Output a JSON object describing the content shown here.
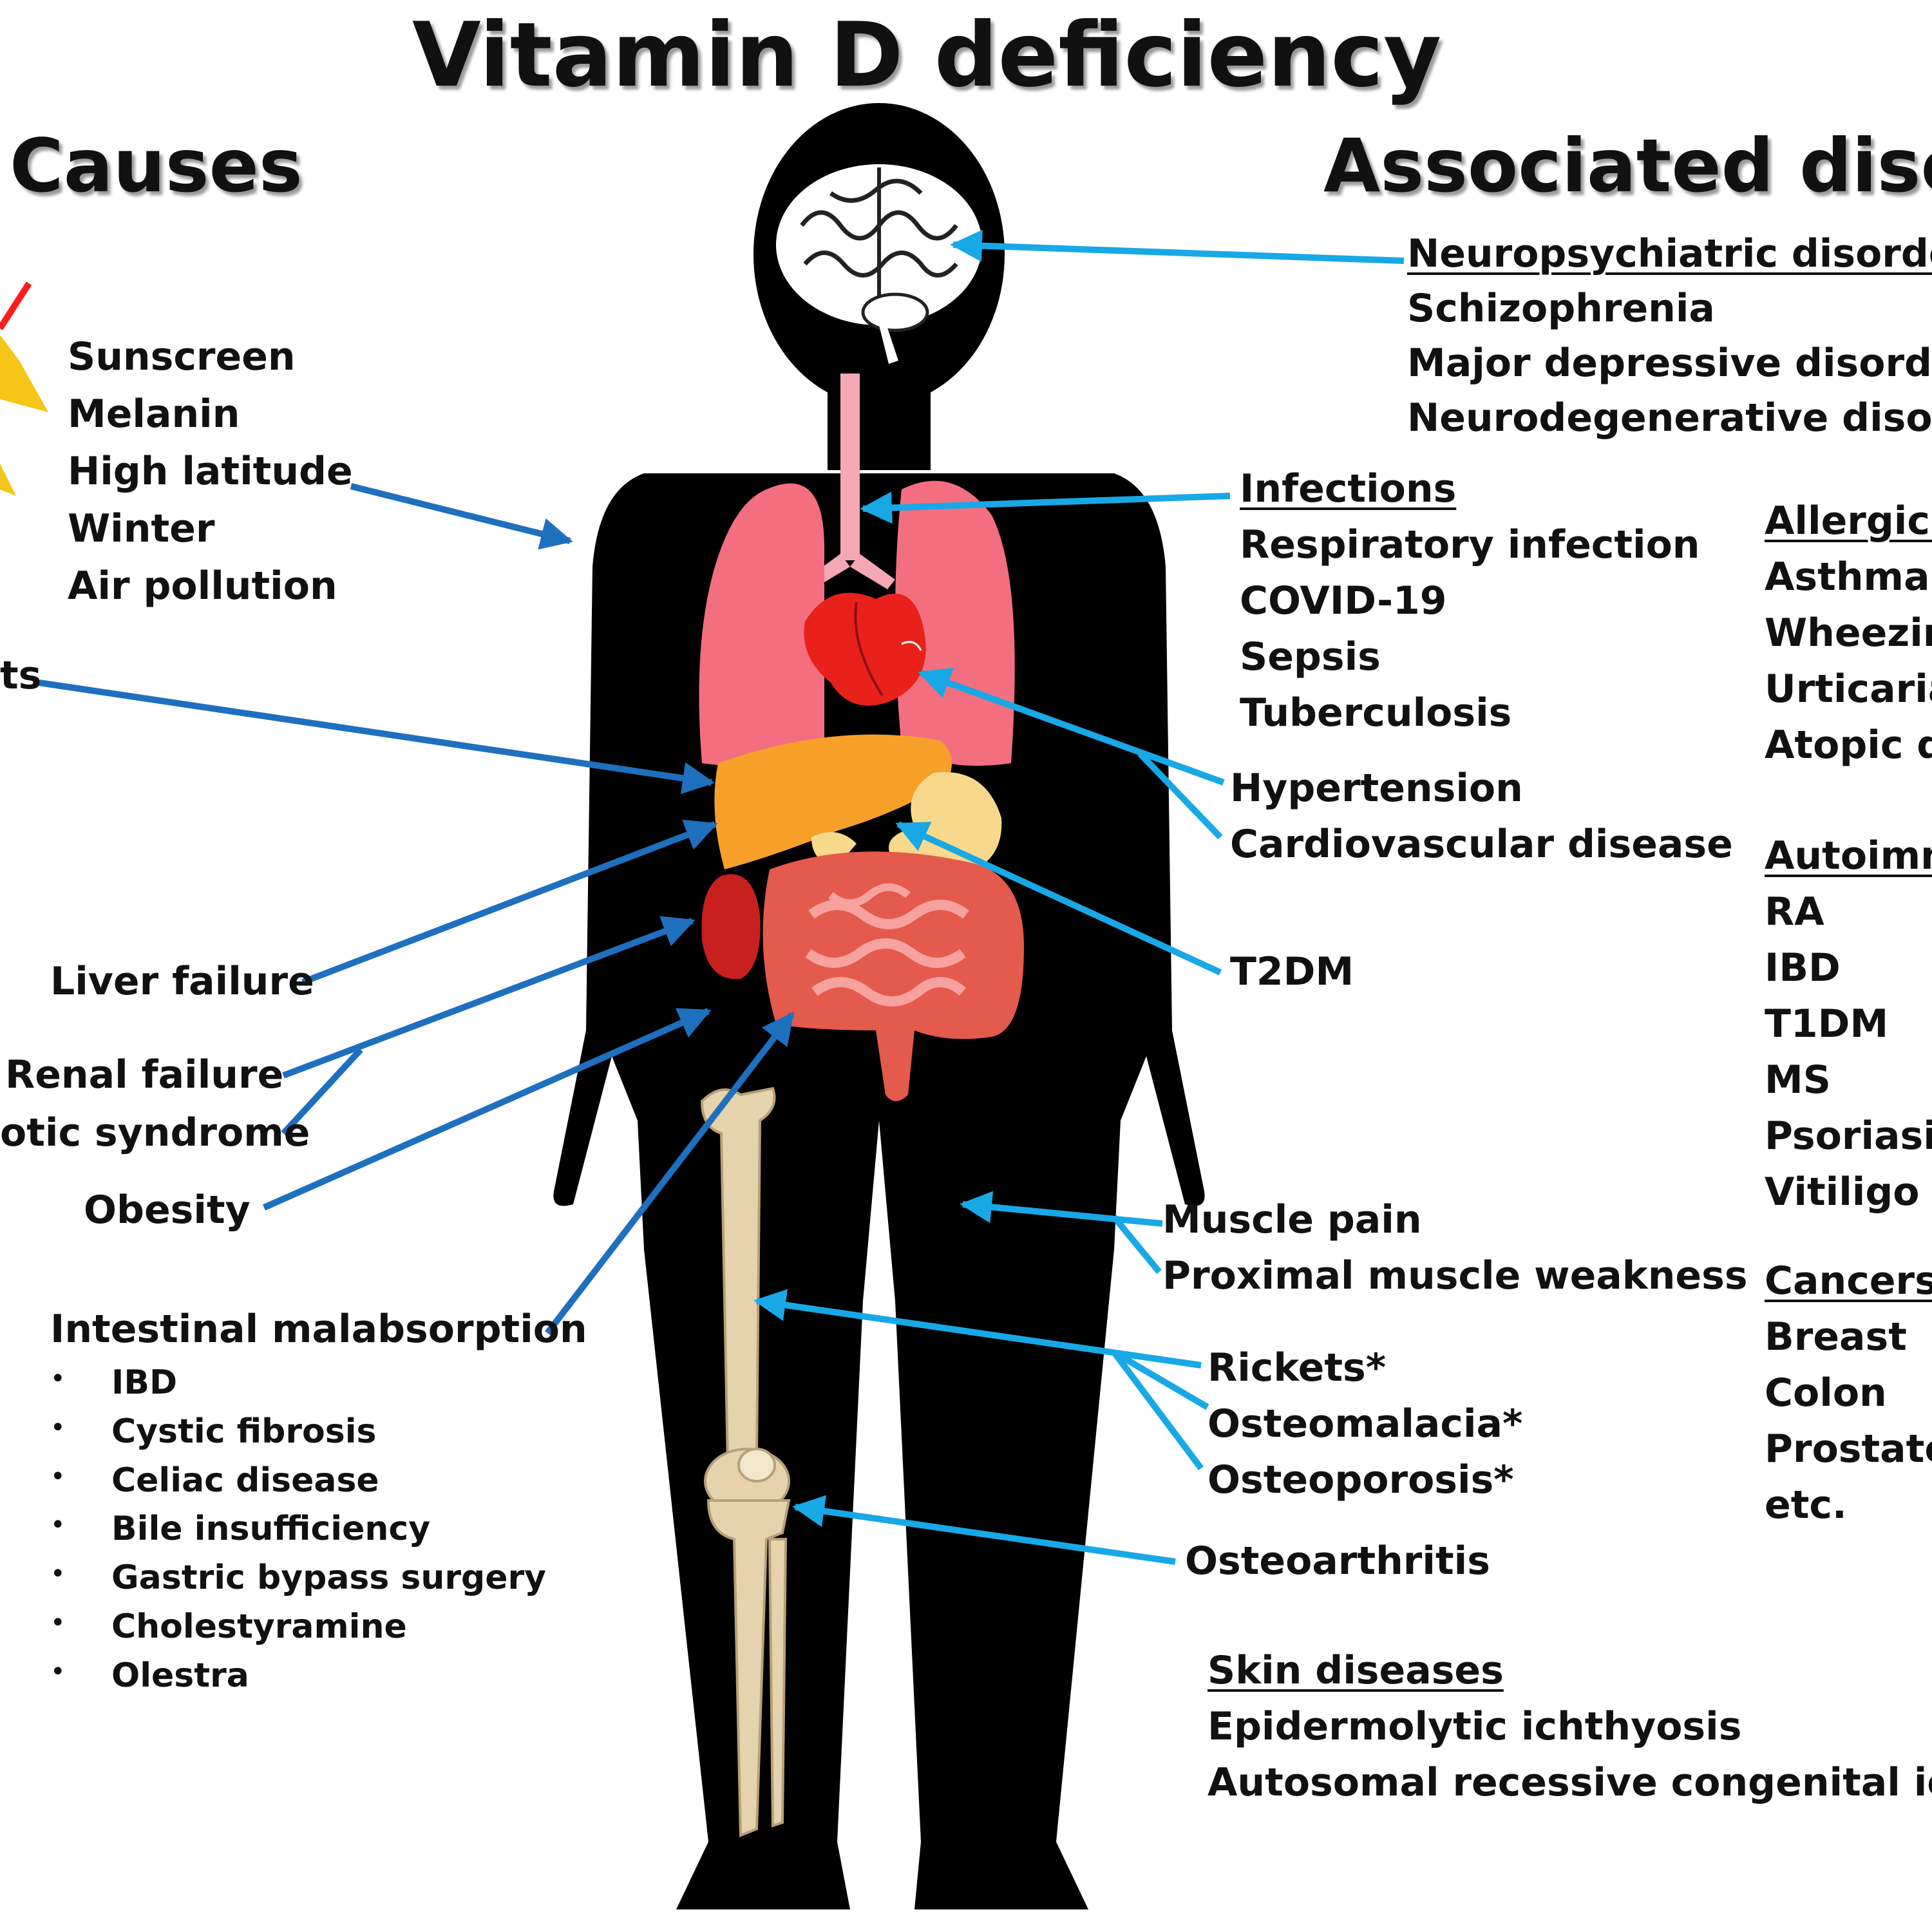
{
  "title": "Vitamin D deficiency",
  "causes": {
    "heading": "Causes",
    "sunlight": [
      "Sunscreen",
      "Melanin",
      "High latitude",
      "Winter",
      "Air pollution"
    ],
    "cut_label": "ts",
    "liver": "Liver failure",
    "renal": "Renal failure",
    "nephrotic": "otic syndrome",
    "obesity": "Obesity",
    "malabsorption": {
      "heading": "Intestinal malabsorption",
      "bullet": "•",
      "items": [
        "IBD",
        "Cystic fibrosis",
        "Celiac disease",
        "Bile insufficiency",
        "Gastric bypass surgery",
        "Cholestyramine",
        "Olestra"
      ]
    }
  },
  "diseases": {
    "heading": "Associated disea",
    "neuro": {
      "heading": "Neuropsychiatric disorders",
      "items": [
        "Schizophrenia",
        "Major depressive disorder",
        "Neurodegenerative disorde"
      ]
    },
    "infections": {
      "heading": "Infections",
      "items": [
        "Respiratory infection",
        "COVID-19",
        "Sepsis",
        "Tuberculosis"
      ]
    },
    "allergic": {
      "heading": "Allergic d",
      "items": [
        "Asthma",
        "Wheezin",
        "Urticaria",
        "Atopic de"
      ]
    },
    "cardio": [
      "Hypertension",
      "Cardiovascular  disease"
    ],
    "autoimmune": {
      "heading": "Autoimm",
      "items": [
        "RA",
        "IBD",
        "T1DM",
        "MS",
        "Psoriasis",
        "Vitiligo"
      ]
    },
    "t2dm": "T2DM",
    "muscle": [
      "Muscle pain",
      "Proximal muscle weakness"
    ],
    "cancers": {
      "heading": "Cancers",
      "items": [
        "Breast",
        "Colon",
        "Prostate",
        "etc."
      ]
    },
    "bone": [
      "Rickets*",
      "Osteomalacia*",
      "Osteoporosis*"
    ],
    "osteoarthritis": "Osteoarthritis",
    "skin": {
      "heading": "Skin diseases",
      "items": [
        "Epidermolytic  ichthyosis",
        "Autosomal recessive congenital ichthy"
      ]
    }
  },
  "colors": {
    "cause_arrow": "#1f6fbf",
    "disease_arrow": "#18a8e6",
    "silhouette": "#000000",
    "lungs": "#f36f7f",
    "heart": "#e8221b",
    "liver": "#f6a02a",
    "pancreas": "#f8d98c",
    "intestine": "#e45a4c",
    "kidney": "#c81f1f",
    "bone": "#e6d2ad",
    "sun": "#f5c518",
    "ray": "#ff1b1b"
  }
}
